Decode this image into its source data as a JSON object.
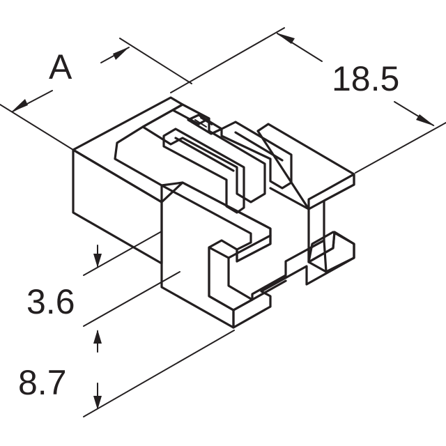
{
  "dimensions": {
    "width_label": "A",
    "length_label": "18.5",
    "step_height_label": "3.6",
    "total_height_label": "8.7"
  },
  "colors": {
    "ink": "#231f20",
    "shade": "#d9d9d9",
    "background": "#ffffff"
  }
}
